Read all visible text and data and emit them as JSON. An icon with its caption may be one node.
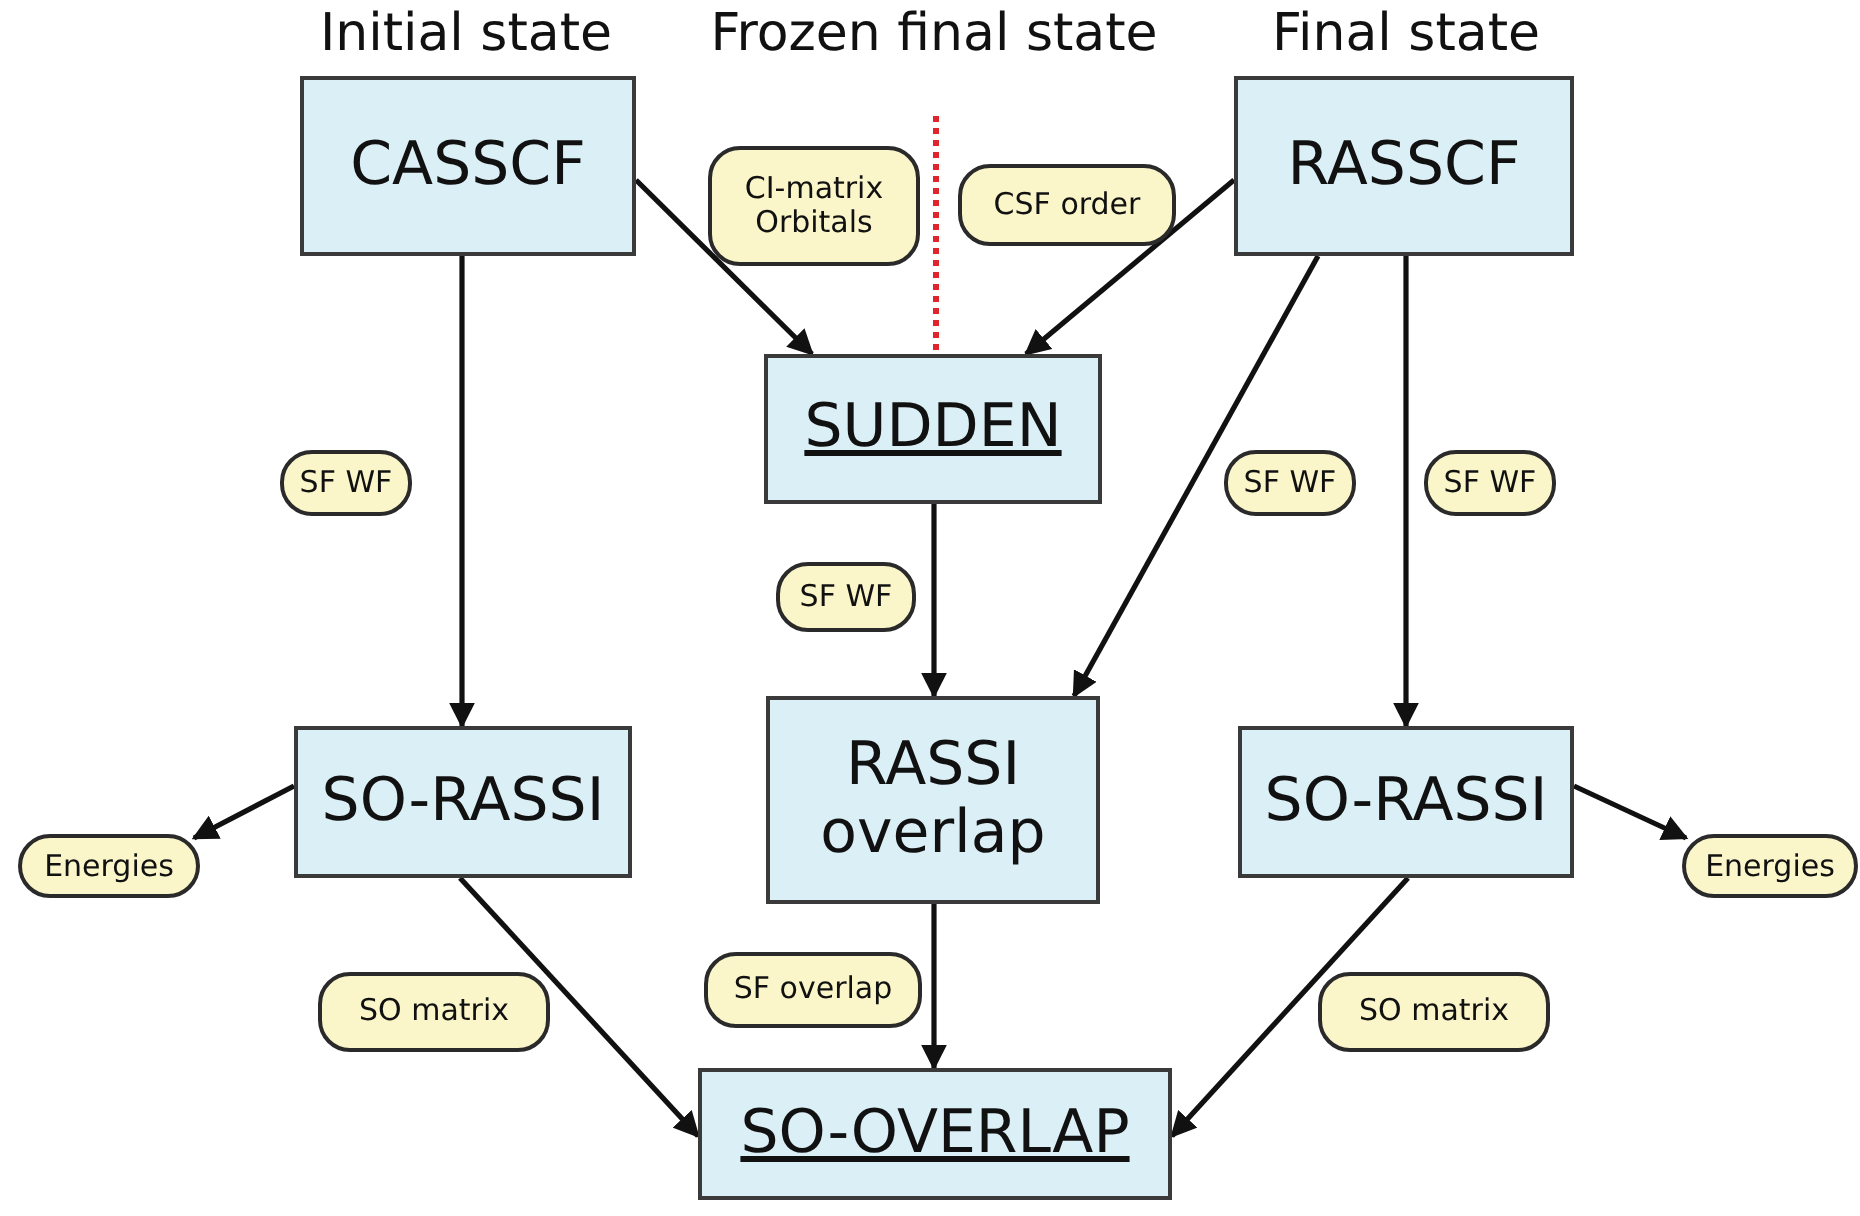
{
  "diagram": {
    "nodes": [
      {
        "text": [
          "CASSCF"
        ]
      },
      {
        "text": [
          "RASSCF"
        ]
      },
      {
        "text": [
          "SUDDEN"
        ]
      },
      {
        "text": [
          "SO-RASSI"
        ]
      },
      {
        "text": [
          "RASSI overlap"
        ]
      },
      {
        "text": [
          "SO-RASSI"
        ]
      },
      {
        "text": [
          "SO-OVERLAP"
        ]
      },
      {
        "text": [
          "Energies"
        ]
      },
      {
        "text": [
          "Energies"
        ]
      }
    ],
    "edges": [
      {
        "from": 0,
        "to": 2,
        "arrow": "to",
        "label": "CI-matrix Orbitals"
      },
      {
        "from": 1,
        "to": 2,
        "arrow": "to",
        "label": "CSF order"
      },
      {
        "from": 0,
        "to": 3,
        "arrow": "to",
        "label": "SF WF"
      },
      {
        "from": 2,
        "to": 4,
        "arrow": "to",
        "label": "SF WF"
      },
      {
        "from": 1,
        "to": 4,
        "arrow": "to",
        "label": "SF WF"
      },
      {
        "from": 1,
        "to": 5,
        "arrow": "to",
        "label": "SF WF"
      },
      {
        "from": 3,
        "to": 7,
        "arrow": "to"
      },
      {
        "from": 5,
        "to": 8,
        "arrow": "to"
      },
      {
        "from": 3,
        "to": 6,
        "arrow": "to",
        "label": "SO matrix"
      },
      {
        "from": 4,
        "to": 6,
        "arrow": "to",
        "label": "SF overlap"
      },
      {
        "from": 5,
        "to": 6,
        "arrow": "to",
        "label": "SO matrix"
      }
    ],
    "labels": [
      "Initial state",
      "Frozen final state",
      "Final state"
    ]
  }
}
